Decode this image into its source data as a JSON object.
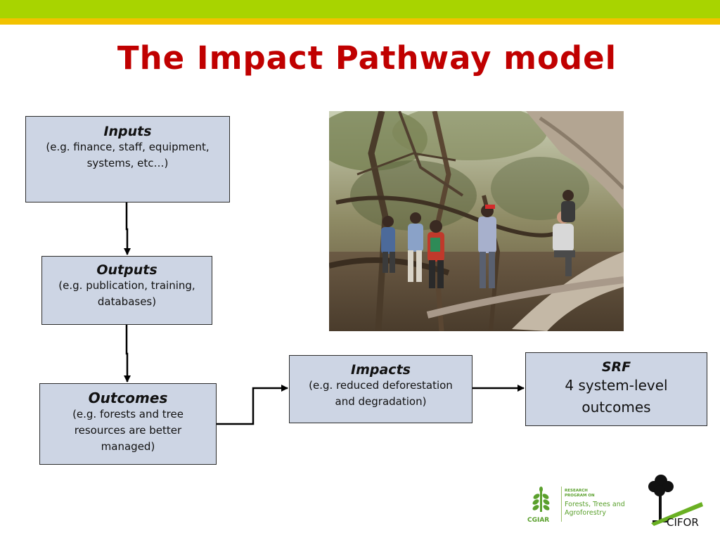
{
  "slide": {
    "title": "The Impact Pathway model"
  },
  "boxes": {
    "inputs": {
      "title": "Inputs",
      "desc_line1": "(e.g. finance, staff, equipment,",
      "desc_line2": "systems, etc…)"
    },
    "outputs": {
      "title": "Outputs",
      "desc_line1": "(e.g. publication, training,",
      "desc_line2": "databases)"
    },
    "outcomes": {
      "title": "Outcomes",
      "desc_line1": "(e.g. forests and tree",
      "desc_line2": "resources are better",
      "desc_line3": "managed)"
    },
    "impacts": {
      "title": "Impacts",
      "desc_line1": "(e.g. reduced deforestation",
      "desc_line2": "and degradation)"
    },
    "srf": {
      "title": "SRF",
      "desc_line1": "4 system-level",
      "desc_line2": "outcomes"
    }
  },
  "logos": {
    "cgiar": {
      "name": "CGIAR",
      "line1": "RESEARCH",
      "line2": "PROGRAM ON",
      "line3": "Forests, Trees and",
      "line4": "Agroforestry"
    },
    "cifor": {
      "name": "CIFOR"
    }
  },
  "colors": {
    "title": "#c00000",
    "box_fill": "#cdd5e4",
    "top_bar_green": "#a8d400",
    "top_bar_yellow": "#f2c200",
    "logo_green": "#5aa02c"
  },
  "icons": {
    "photo": "forest-field-photo",
    "cgiar": "cgiar-wheat-logo",
    "cifor": "cifor-tree-logo"
  }
}
